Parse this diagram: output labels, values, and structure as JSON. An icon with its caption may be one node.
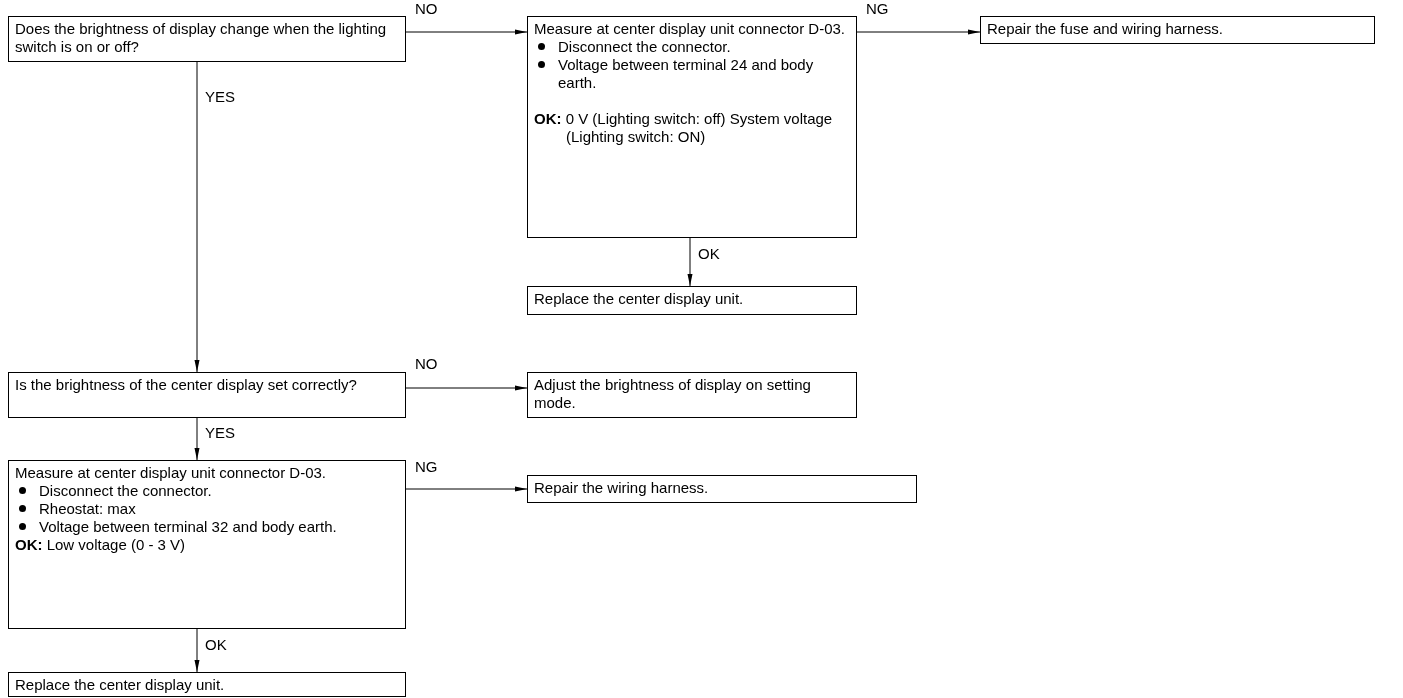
{
  "diagram": {
    "nodes": [
      {
        "text": [
          "Does the brightness of display change when the lighting switch is on or off?"
        ]
      },
      {
        "text": [
          "Measure at center display unit connector D-03.",
          "Disconnect the connector.",
          "Voltage between terminal 24 and body earth.",
          "**OK:** 0 V (Lighting switch: off) System voltage (Lighting switch: ON)"
        ]
      },
      {
        "text": [
          "Repair the fuse and wiring harness."
        ]
      },
      {
        "text": [
          "Replace the center display unit."
        ]
      },
      {
        "text": [
          "Is the brightness of the center display set correctly?"
        ]
      },
      {
        "text": [
          "Adjust the brightness of display on setting mode."
        ]
      },
      {
        "text": [
          "Measure at center display unit connector D-03.",
          "Disconnect the connector.",
          "Rheostat: max",
          "Voltage between terminal 32 and body earth.",
          "**OK:** Low voltage (0 - 3 V)"
        ]
      },
      {
        "text": [
          "Repair the wiring harness."
        ]
      },
      {
        "text": [
          "Replace the center display unit."
        ]
      }
    ],
    "edges": [
      {
        "from": 0,
        "to": 1,
        "arrow": "to",
        "label": "NO"
      },
      {
        "from": 1,
        "to": 2,
        "arrow": "to",
        "label": "NG"
      },
      {
        "from": 1,
        "to": 3,
        "arrow": "to",
        "label": "OK"
      },
      {
        "from": 0,
        "to": 4,
        "arrow": "to",
        "label": "YES"
      },
      {
        "from": 4,
        "to": 5,
        "arrow": "to",
        "label": "NO"
      },
      {
        "from": 4,
        "to": 6,
        "arrow": "to",
        "label": "YES"
      },
      {
        "from": 6,
        "to": 7,
        "arrow": "to",
        "label": "NG"
      },
      {
        "from": 6,
        "to": 8,
        "arrow": "to",
        "label": "OK"
      }
    ]
  }
}
